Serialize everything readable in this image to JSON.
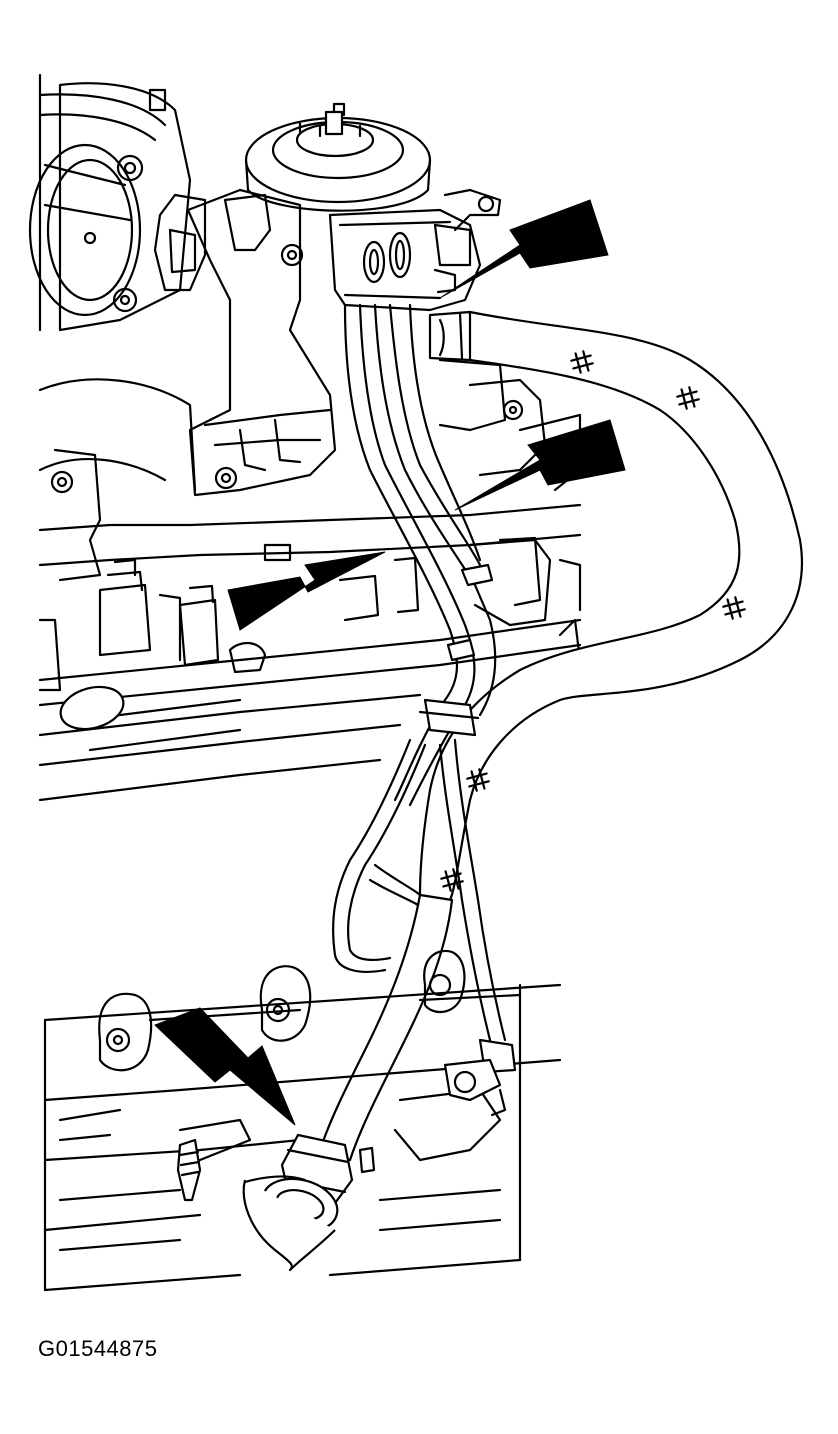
{
  "figure": {
    "code": "G01544875",
    "ink_color": "#000000",
    "background_color": "#ffffff"
  },
  "callouts": {
    "count": 4,
    "style": "solid black arrows"
  }
}
